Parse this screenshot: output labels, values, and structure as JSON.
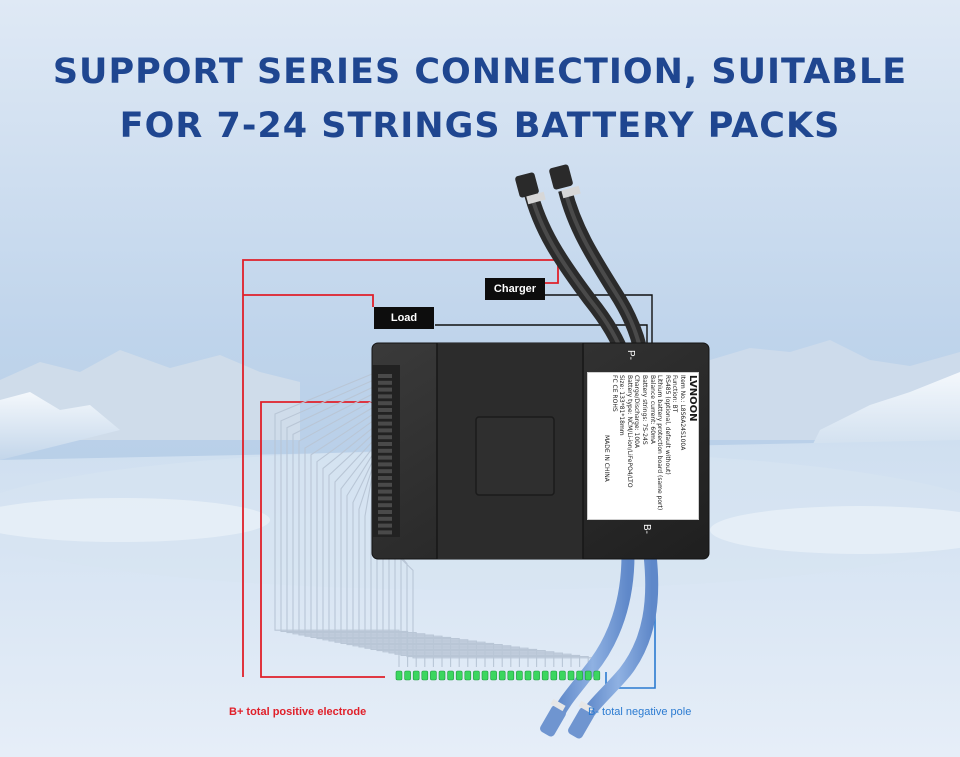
{
  "headline": {
    "line1": "SUPPORT SERIES CONNECTION, SUITABLE",
    "line2": "FOR 7-24 STRINGS BATTERY PACKS"
  },
  "tags": {
    "charger": "Charger",
    "load": "Load"
  },
  "pole_marks": {
    "p_minus": "P-",
    "b_minus": "B-"
  },
  "label": {
    "brand": "LVNOON",
    "lines": [
      "Item No.: L8S6A24S100A",
      "Function: BT",
      "RS485 (optional, default without)",
      "Lithium battery protection board (same port)",
      "Balance current: 60mA",
      "Battery strings: 7S-24S",
      "Charge/Discharge: 100A",
      "Battery type: NCM/Li-ion/LiFePO4/LTO",
      "Size: 133*81*18mm",
      "FC CE ROHS"
    ],
    "made_in": "MADE IN CHINA"
  },
  "captions": {
    "positive": "B+ total positive electrode",
    "negative": "B- total negative pole"
  },
  "colors": {
    "title": "#1f4690",
    "positive_wire": "#e0202a",
    "negative_wire": "#2b7bd1",
    "balance_wire": "#b9c6d6",
    "board": "#262626",
    "cell_green": "#3bd65f"
  }
}
